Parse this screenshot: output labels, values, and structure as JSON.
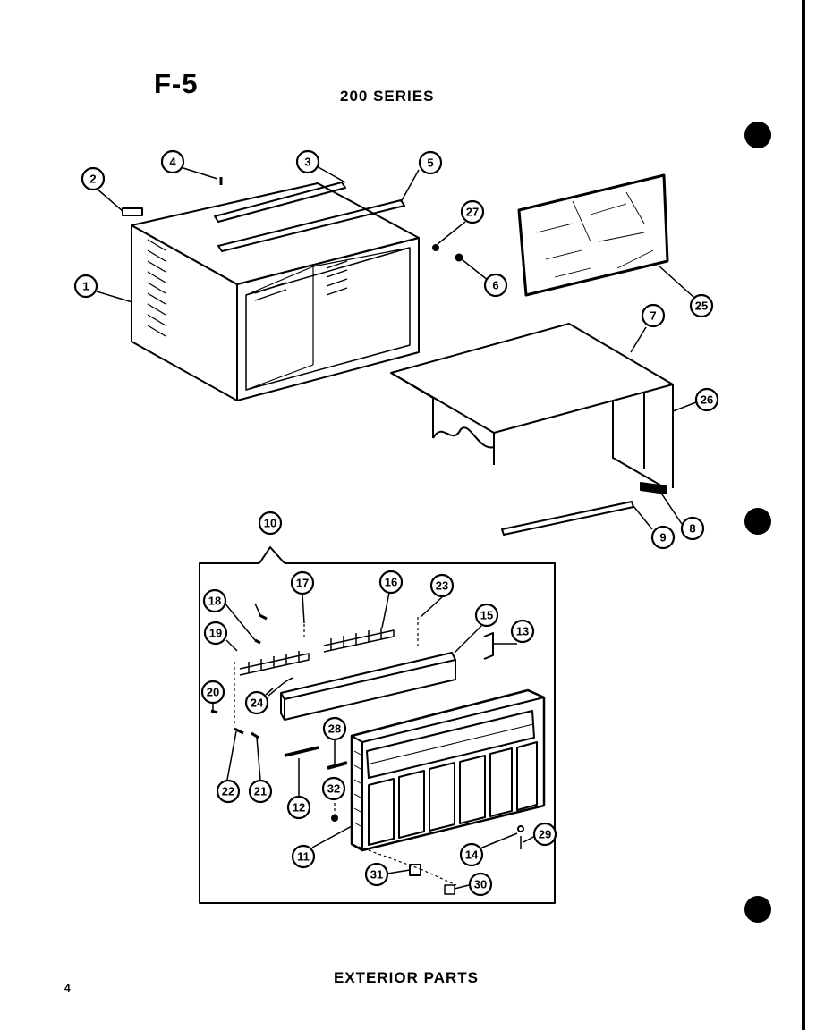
{
  "header": {
    "figure_label": "F-5",
    "series_label": "200 SERIES"
  },
  "footer": {
    "section_title": "EXTERIOR PARTS",
    "page_number": "4"
  },
  "callouts": [
    {
      "id": "c1",
      "label": "1"
    },
    {
      "id": "c2",
      "label": "2"
    },
    {
      "id": "c3",
      "label": "3"
    },
    {
      "id": "c4",
      "label": "4"
    },
    {
      "id": "c5",
      "label": "5"
    },
    {
      "id": "c6",
      "label": "6"
    },
    {
      "id": "c7",
      "label": "7"
    },
    {
      "id": "c8",
      "label": "8"
    },
    {
      "id": "c9",
      "label": "9"
    },
    {
      "id": "c10",
      "label": "10"
    },
    {
      "id": "c11",
      "label": "11"
    },
    {
      "id": "c12",
      "label": "12"
    },
    {
      "id": "c13",
      "label": "13"
    },
    {
      "id": "c14",
      "label": "14"
    },
    {
      "id": "c15",
      "label": "15"
    },
    {
      "id": "c16",
      "label": "16"
    },
    {
      "id": "c17",
      "label": "17"
    },
    {
      "id": "c18",
      "label": "18"
    },
    {
      "id": "c19",
      "label": "19"
    },
    {
      "id": "c20",
      "label": "20"
    },
    {
      "id": "c21",
      "label": "21"
    },
    {
      "id": "c22",
      "label": "22"
    },
    {
      "id": "c23",
      "label": "23"
    },
    {
      "id": "c24",
      "label": "24"
    },
    {
      "id": "c25",
      "label": "25"
    },
    {
      "id": "c26",
      "label": "26"
    },
    {
      "id": "c27",
      "label": "27"
    },
    {
      "id": "c28",
      "label": "28"
    },
    {
      "id": "c29",
      "label": "29"
    },
    {
      "id": "c30",
      "label": "30"
    },
    {
      "id": "c31",
      "label": "31"
    },
    {
      "id": "c32",
      "label": "32"
    }
  ],
  "colors": {
    "ink": "#000000",
    "paper": "#ffffff"
  }
}
